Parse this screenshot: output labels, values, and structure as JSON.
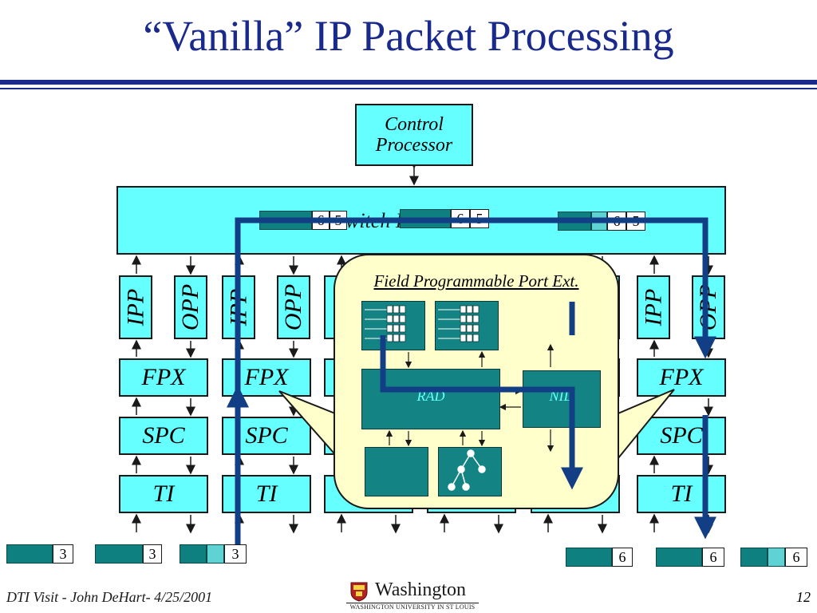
{
  "title": "“Vanilla” IP Packet Processing",
  "control_processor": {
    "line1": "Control",
    "line2": "Processor"
  },
  "switch_fabric": {
    "label": "Switch Fabric"
  },
  "ports": {
    "ipp_label": "IPP",
    "opp_label": "OPP",
    "fpx_label": "FPX",
    "spc_label": "SPC",
    "ti_label": "TI"
  },
  "fpx_detail": {
    "title": "Field Programmable Port Ext.",
    "rad_label": "RAD",
    "nid_label": "NID"
  },
  "switch_packets": [
    {
      "a": "6",
      "b": "5"
    },
    {
      "a": "6",
      "b": "5"
    },
    {
      "a": "6",
      "b": "5"
    }
  ],
  "input_packets": [
    "3",
    "3",
    "3"
  ],
  "output_packets": [
    "6",
    "6",
    "6"
  ],
  "footer": {
    "left": "DTI Visit - John DeHart- 4/25/2001",
    "page": "12",
    "logo": "Washington",
    "logo_sub": "WASHINGTON UNIVERSITY IN ST LOUIS"
  },
  "colors": {
    "title": "#1a2a8c",
    "cyan_box": "#66ffff",
    "path": "#123e86",
    "packet": "#0f8080",
    "bubble": "#ffffcc"
  }
}
